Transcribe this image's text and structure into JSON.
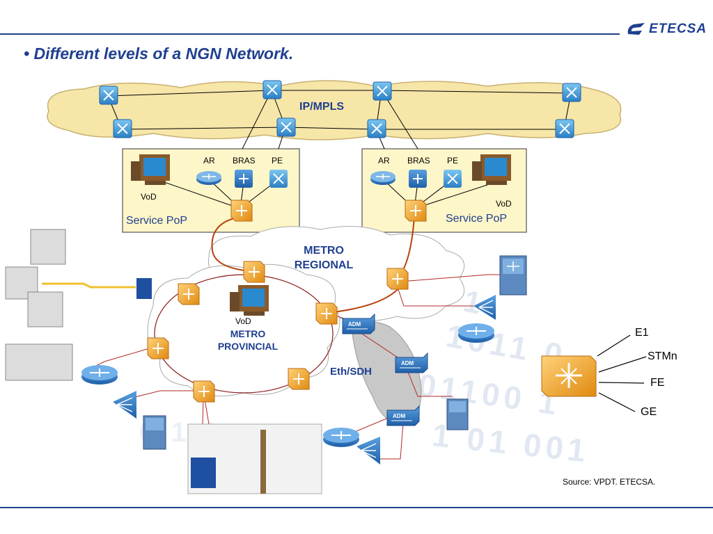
{
  "logo": {
    "text": "ETECSA"
  },
  "title": "Different levels of a NGN Network.",
  "diagram": {
    "ip_mpls": "IP/MPLS",
    "pop_left": {
      "ar": "AR",
      "bras": "BRAS",
      "pe": "PE",
      "vod": "VoD",
      "name": "Service PoP"
    },
    "pop_right": {
      "ar": "AR",
      "bras": "BRAS",
      "pe": "PE",
      "vod": "VoD",
      "name": "Service PoP"
    },
    "metro_regional": "METRO REGIONAL",
    "metro_provincial": "METRO PROVINCIAL",
    "vod_provincial": "VoD",
    "eth_sdh": "Eth/SDH",
    "adm_label": "ADM",
    "switch_ports": [
      "E1",
      "STMn",
      "FE",
      "GE"
    ]
  },
  "source": "Source: VPDT. ETECSA."
}
